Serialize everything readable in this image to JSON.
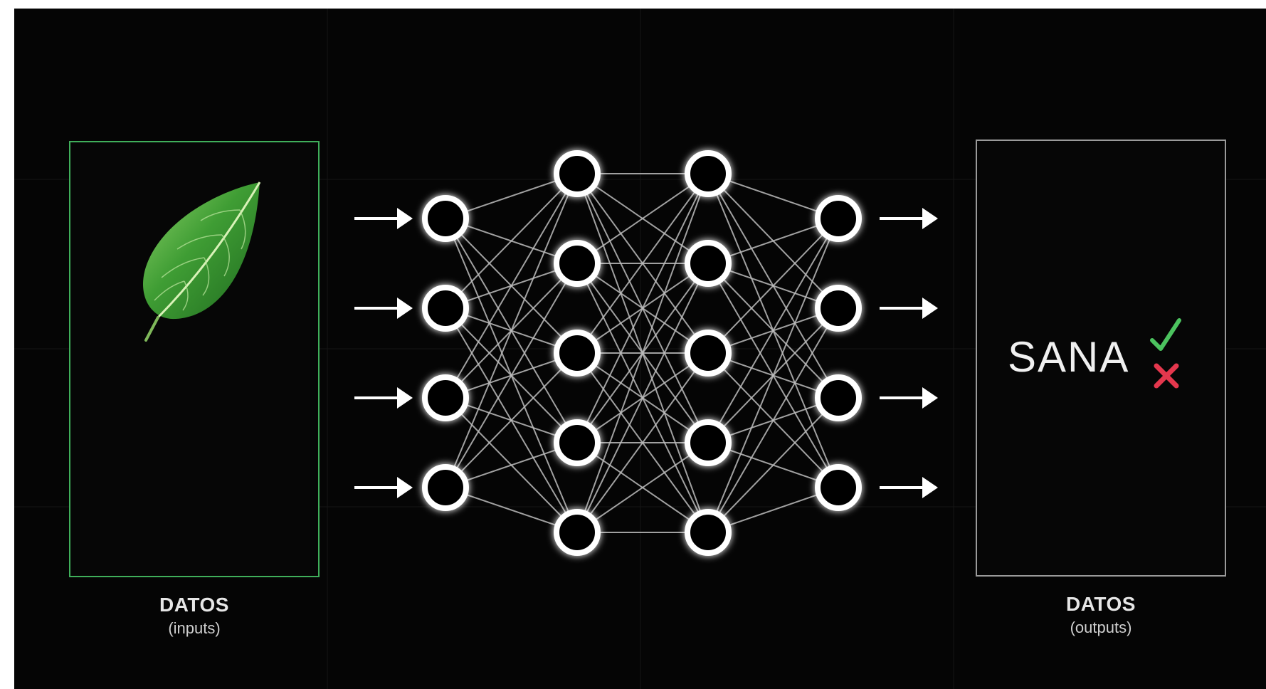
{
  "input": {
    "title": "DATOS",
    "subtitle": "(inputs)",
    "image": "leaf-image"
  },
  "output": {
    "title": "DATOS",
    "subtitle": "(outputs)",
    "result_label": "SANA",
    "icons": [
      "check-icon",
      "cross-icon"
    ]
  },
  "network": {
    "layers": [
      4,
      5,
      5,
      4
    ],
    "input_arrows": 4,
    "output_arrows": 4
  },
  "colors": {
    "background": "#050505",
    "input_border": "#3fae5a",
    "output_border": "#9a9a9a",
    "node": "#ffffff",
    "edge": "#bdbdbd",
    "check": "#4cc35f",
    "cross": "#e4374d"
  }
}
